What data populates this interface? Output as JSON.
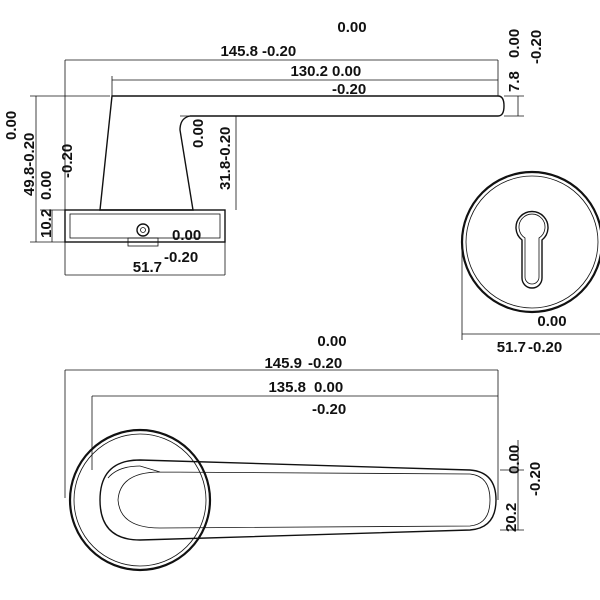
{
  "top_view": {
    "overall_length": {
      "nominal": "145.8",
      "upper": "0.00",
      "lower": "-0.20"
    },
    "lever_length": {
      "nominal": "130.2",
      "upper": "0.00",
      "lower": "-0.20"
    },
    "lever_thickness": {
      "nominal": "7.8",
      "upper": "0.00",
      "lower": "-0.20"
    },
    "neck_height": {
      "nominal": "31.8",
      "upper": "0.00",
      "lower": "-0.20"
    },
    "overall_height": {
      "nominal": "49.8",
      "upper": "0.00",
      "lower": "-0.20"
    },
    "rose_height": {
      "nominal": "10.2",
      "upper": "0.00",
      "lower": "-0.20"
    },
    "rose_width": {
      "nominal": "51.7",
      "upper": "0.00",
      "lower": "-0.20"
    }
  },
  "escutcheon_view": {
    "diameter": {
      "nominal": "51.7",
      "upper": "0.00",
      "lower": "-0.20"
    }
  },
  "front_view": {
    "overall_length": {
      "nominal": "145.9",
      "upper": "0.00",
      "lower": "-0.20"
    },
    "lever_length": {
      "nominal": "135.8",
      "upper": "0.00",
      "lower": "-0.20"
    },
    "lever_width": {
      "nominal": "20.2",
      "upper": "0.00",
      "lower": "-0.20"
    }
  },
  "colors": {
    "line": "#111111",
    "background": "#ffffff"
  }
}
